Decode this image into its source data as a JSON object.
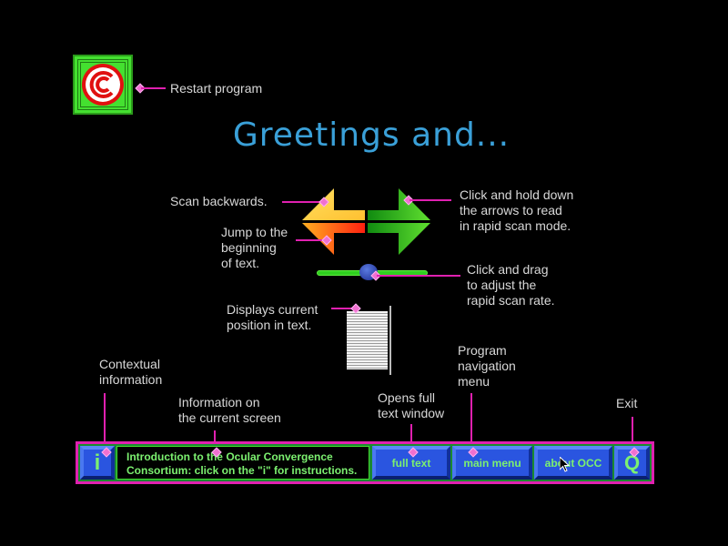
{
  "title": "Greetings and...",
  "restart": {
    "icon": "copyright-c-icon",
    "label": "Restart program"
  },
  "scan_controls": {
    "scan_backwards_label": "Scan backwards.",
    "jump_to_beginning_label": "Jump to the\nbeginning\nof text.",
    "rapid_scan_label": "Click and hold down\nthe arrows to read\nin rapid scan mode.",
    "scan_rate_label": "Click and drag\nto adjust the\nrapid scan rate.",
    "position_label": "Displays current\nposition in text."
  },
  "bottom_labels": {
    "contextual": "Contextual\ninformation",
    "current_screen": "Information on\nthe current screen",
    "full_text": "Opens full\ntext window",
    "nav_menu": "Program\nnavigation\nmenu",
    "exit": "Exit"
  },
  "toolbar": {
    "info_button": "i",
    "info_text": "Introduction to the Ocular Convergence\nConsortium: click on the \"i\" for instructions.",
    "full_text": "full text",
    "main_menu": "main menu",
    "about": "about OCC",
    "quit": "Q"
  },
  "colors": {
    "accent_pink": "#e020b0",
    "title_blue": "#3aa0d8",
    "button_blue": "#2a55e0",
    "button_text_green": "#7cf070",
    "frame_green": "#44e030"
  }
}
